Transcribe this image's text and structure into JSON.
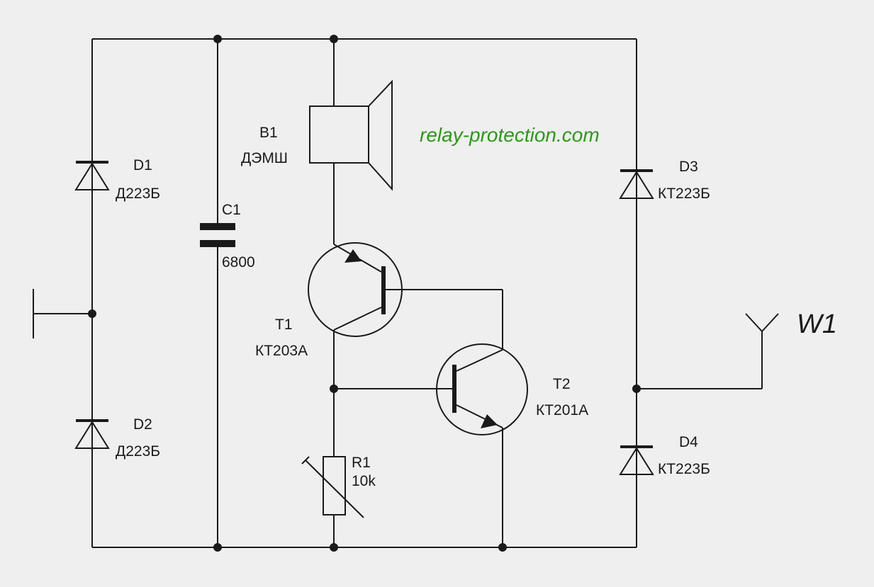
{
  "watermark": "relay-protection.com",
  "colors": {
    "background": "#efefef",
    "line": "#1a1a1a",
    "watermark": "#2a9a14"
  },
  "components": {
    "d1": {
      "ref": "D1",
      "part": "Д223Б"
    },
    "d2": {
      "ref": "D2",
      "part": "Д223Б"
    },
    "d3": {
      "ref": "D3",
      "part": "КТ223Б"
    },
    "d4": {
      "ref": "D4",
      "part": "КТ223Б"
    },
    "c1": {
      "ref": "C1",
      "value": "6800"
    },
    "b1": {
      "ref": "B1",
      "part": "ДЭМШ"
    },
    "t1": {
      "ref": "T1",
      "part": "КТ203А"
    },
    "t2": {
      "ref": "T2",
      "part": "КТ201А"
    },
    "r1": {
      "ref": "R1",
      "value": "10k"
    },
    "w1": {
      "ref": "W1"
    }
  }
}
